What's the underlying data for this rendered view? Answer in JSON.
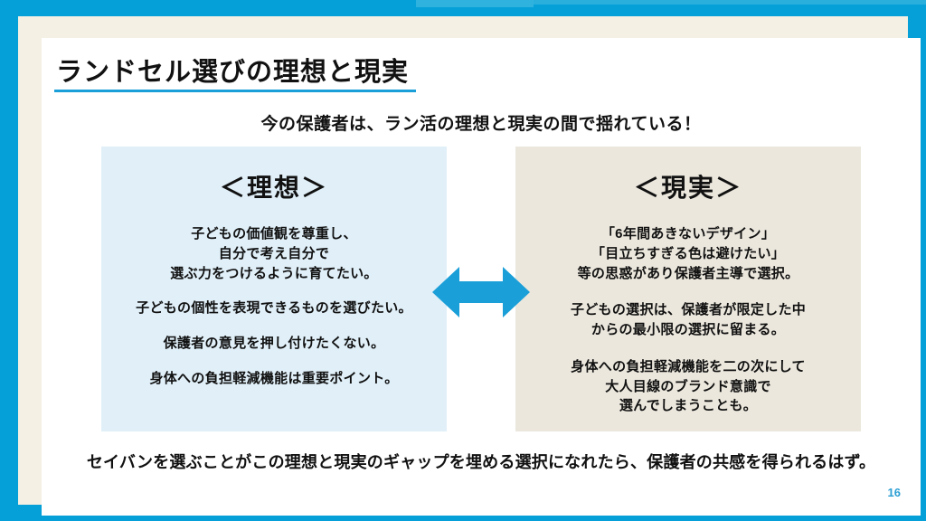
{
  "slide": {
    "title": "ランドセル選びの理想と現実",
    "subtitle": "今の保護者は、ラン活の理想と現実の間で揺れている！",
    "footnote": "セイバンを選ぶことがこの理想と現実のギャップを埋める選択になれたら、保護者の共感を得られるはず。",
    "page_number": "16"
  },
  "panels": {
    "ideal": {
      "heading": "＜理想＞",
      "paragraphs": [
        "子どもの価値観を尊重し、\n自分で考え自分で\n選ぶ力をつけるように育てたい。",
        "子どもの個性を表現できるものを選びたい。",
        "保護者の意見を押し付けたくない。",
        "身体への負担軽減機能は重要ポイント。"
      ]
    },
    "reality": {
      "heading": "＜現実＞",
      "paragraphs": [
        "「6年間あきないデザイン」\n「目立ちすぎる色は避けたい」\n等の思惑があり保護者主導で選択。",
        "子どもの選択は、保護者が限定した中\nからの最小限の選択に留まる。",
        "身体への負担軽減機能を二の次にして\n大人目線のブランド意識で\n選んでしまうことも。"
      ]
    }
  },
  "icons": {
    "arrow_label": "双方向矢印"
  },
  "colors": {
    "background_blue": "#05a0d8",
    "frame_cream": "#f5f0e4",
    "ideal_panel": "#e0eff8",
    "reality_panel": "#ebe7dd",
    "accent_cyan": "#1b9fd8",
    "page_number_blue": "#2c9fd4"
  }
}
